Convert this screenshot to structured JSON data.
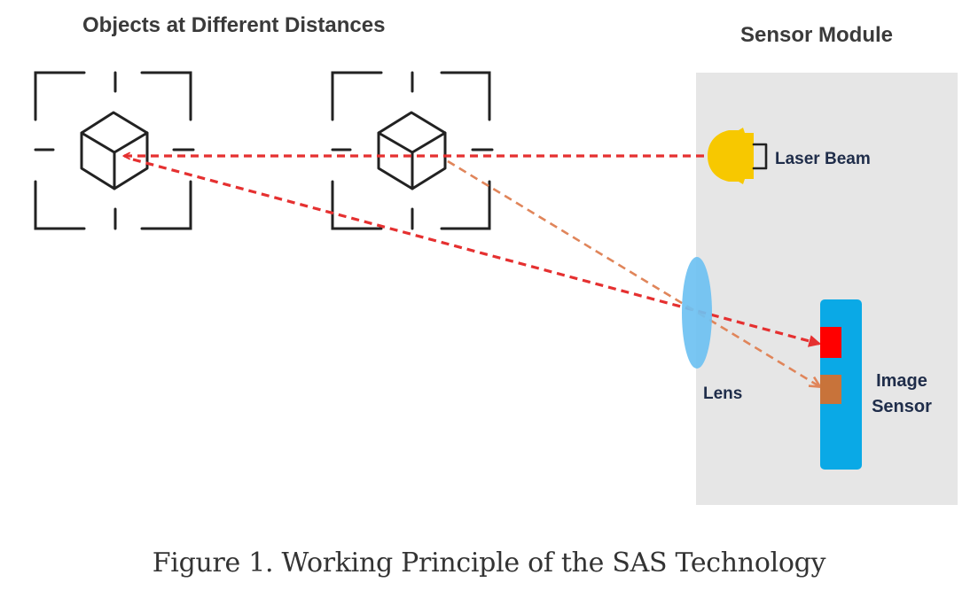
{
  "heading_objects": "Objects at Different Distances",
  "heading_module": "Sensor Module",
  "labels": {
    "laser": "Laser Beam",
    "lens": "Lens",
    "image_line1": "Image",
    "image_line2": "Sensor"
  },
  "caption": "Figure 1. Working Principle of the SAS Technology",
  "colors": {
    "module_bg": "#e6e6e6",
    "laser": "#f7c800",
    "lens": "#6ec1f2",
    "image_sensor": "#0aa9e6",
    "near_spot": "#ff0000",
    "far_spot": "#c8733a",
    "beam_red": "#e53030",
    "beam_orange": "#e0855a",
    "text_dark": "#1f2d4a",
    "heading": "#3a3a3a"
  },
  "icons": {
    "object": "cube-icon",
    "frame": "viewfinder-icon",
    "source": "laser-emitter-icon"
  }
}
